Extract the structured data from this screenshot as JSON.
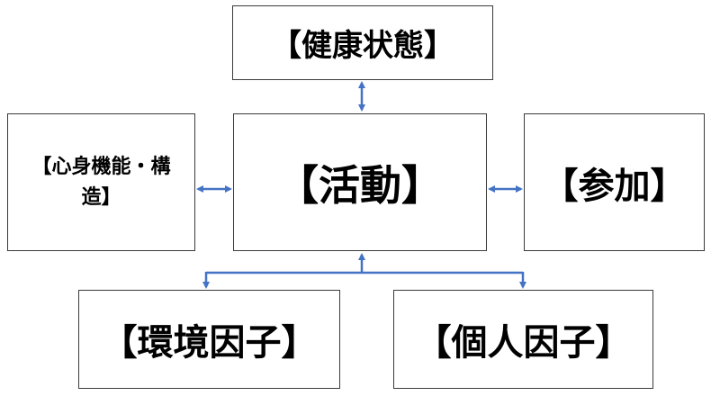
{
  "nodes": {
    "health_condition": "【健康状態】",
    "body_functions": "【心身機能・構造】",
    "activity": "【活動】",
    "participation": "【参加】",
    "environmental_factors": "【環境因子】",
    "personal_factors": "【個人因子】"
  },
  "connector_color": "#4472c4",
  "edges": [
    {
      "from": "activity",
      "to": "health_condition",
      "style": "bidirectional"
    },
    {
      "from": "body_functions",
      "to": "activity",
      "style": "bidirectional"
    },
    {
      "from": "activity",
      "to": "participation",
      "style": "bidirectional"
    },
    {
      "from": "environmental_factors",
      "to": "activity",
      "style": "bidirectional"
    },
    {
      "from": "personal_factors",
      "to": "activity",
      "style": "bidirectional"
    }
  ]
}
